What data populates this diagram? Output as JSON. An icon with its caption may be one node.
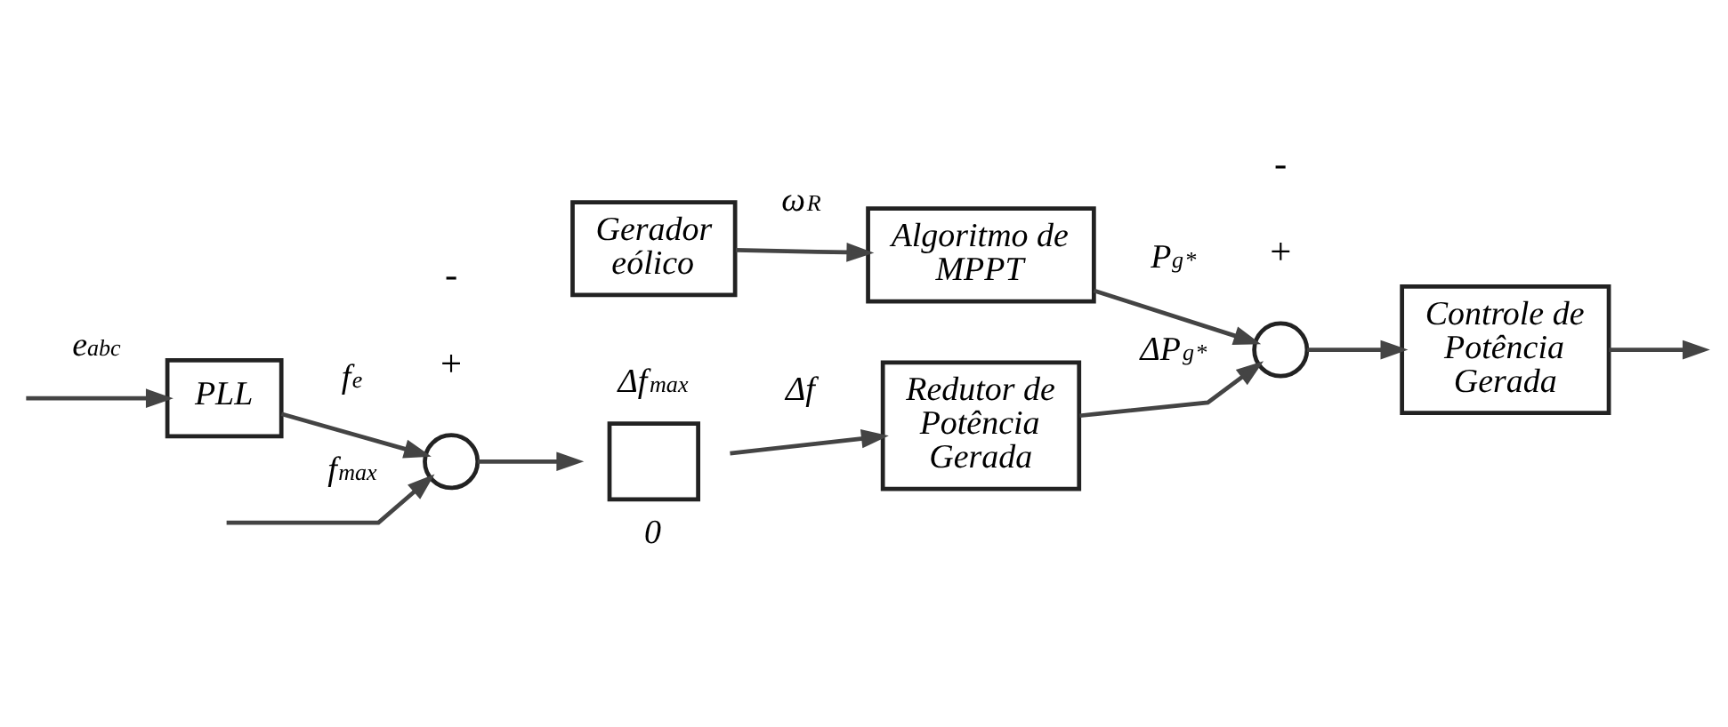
{
  "diagram": {
    "nodes": [
      {
        "text": [
          "Gerador eólico"
        ]
      },
      {
        "text": [
          "Algoritmo de MPPT"
        ]
      },
      {
        "text": [],
        "shape": "circle"
      },
      {
        "text": [
          "Controle de Potência Gerada"
        ]
      },
      {
        "text": [
          "Redutor de Potência Gerada"
        ]
      },
      {
        "text": [
          "PLL"
        ]
      },
      {
        "text": [],
        "shape": "circle"
      },
      {
        "text": [],
        "shape": "box",
        "beside": [
          "Δf$_{max}$",
          "0"
        ]
      }
    ],
    "edges": [
      {
        "from": 0,
        "to": 1,
        "arrow": "to",
        "label": "ω$_{R}$"
      },
      {
        "from": 1,
        "to": 2,
        "arrow": "to",
        "label": "P$_{g}$$^{*}$"
      },
      {
        "from": 4,
        "to": 2,
        "arrow": "to",
        "label": "ΔP$_{g}$$^{*}$"
      },
      {
        "from": 2,
        "to": 3,
        "arrow": "to"
      },
      {
        "from": 3,
        "to": null,
        "arrow": "to"
      },
      {
        "from": null,
        "to": 5,
        "arrow": "to",
        "label": "e$_{abc}$"
      },
      {
        "from": 5,
        "to": 6,
        "arrow": "to",
        "label": "f$_{e}$"
      },
      {
        "from": null,
        "to": 6,
        "arrow": "to",
        "label": "f$_{max}$"
      },
      {
        "from": 6,
        "to": 7,
        "arrow": "to"
      },
      {
        "from": 7,
        "to": 4,
        "arrow": "to",
        "label": "Δf"
      }
    ],
    "labels": [
      "+",
      "-",
      "+",
      "-"
    ]
  }
}
